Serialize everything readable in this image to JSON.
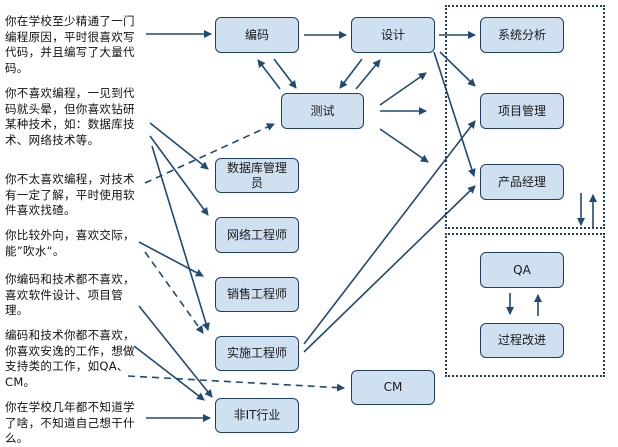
{
  "diagram": {
    "line_color": "#1f4a73",
    "box_fill": "#cfe0f1",
    "box_border": "#1f3f63",
    "descriptions": [
      {
        "id": "d1",
        "text": "你在学校至少精通了一门编程原因，平时很喜欢写代码，并且编写了大量代码。"
      },
      {
        "id": "d2",
        "text": "你不喜欢编程，一见到代码就头晕，但你喜欢钻研某种技术，如：数据库技术、网络技术等。"
      },
      {
        "id": "d3",
        "text": "你不太喜欢编程，对技术有一定了解，平时使用软件喜欢找碴。"
      },
      {
        "id": "d4",
        "text": "你比较外向，喜欢交际，能”吹水“。"
      },
      {
        "id": "d5",
        "text": "你编码和技术都不喜欢，喜欢软件设计、项目管理。"
      },
      {
        "id": "d6",
        "text": "编码和技术你都不喜欢，你喜欢安逸的工作，想做支持类的工作，如QA、CM。"
      },
      {
        "id": "d7",
        "text": "你在学校几年都不知道学了啥，不知道自己想干什么。"
      }
    ],
    "nodes": {
      "coding": "编码",
      "design": "设计",
      "testing": "测试",
      "dba": "数据库管理员",
      "network": "网络工程师",
      "sales": "销售工程师",
      "impl": "实施工程师",
      "non_it": "非IT行业",
      "cm": "CM",
      "sys_analysis": "系统分析",
      "pm": "项目管理",
      "product": "产品经理",
      "qa": "QA",
      "process": "过程改进"
    },
    "edges": [
      {
        "from": "d1",
        "to": "coding",
        "style": "solid"
      },
      {
        "from": "coding",
        "to": "design",
        "style": "solid"
      },
      {
        "from": "coding",
        "to": "testing",
        "style": "solid"
      },
      {
        "from": "testing",
        "to": "coding",
        "style": "solid"
      },
      {
        "from": "design",
        "to": "testing",
        "style": "solid"
      },
      {
        "from": "testing",
        "to": "design",
        "style": "solid"
      },
      {
        "from": "design",
        "to": "sys_analysis",
        "style": "solid"
      },
      {
        "from": "design",
        "to": "pm",
        "style": "solid"
      },
      {
        "from": "design",
        "to": "product",
        "style": "solid"
      },
      {
        "from": "testing",
        "to": "sys_analysis",
        "style": "solid"
      },
      {
        "from": "testing",
        "to": "pm",
        "style": "solid"
      },
      {
        "from": "testing",
        "to": "product",
        "style": "solid"
      },
      {
        "from": "d2",
        "to": "dba",
        "style": "solid"
      },
      {
        "from": "d2",
        "to": "network",
        "style": "solid"
      },
      {
        "from": "d2",
        "to": "impl",
        "style": "solid"
      },
      {
        "from": "d3",
        "to": "testing",
        "style": "dashed"
      },
      {
        "from": "d4",
        "to": "sales",
        "style": "solid"
      },
      {
        "from": "d4",
        "to": "impl",
        "style": "dashed"
      },
      {
        "from": "d5",
        "to": "non_it",
        "style": "solid"
      },
      {
        "from": "d6",
        "to": "non_it",
        "style": "solid"
      },
      {
        "from": "d6",
        "to": "cm",
        "style": "dashed"
      },
      {
        "from": "d7",
        "to": "non_it",
        "style": "solid"
      },
      {
        "from": "impl",
        "to": "pm",
        "style": "solid"
      },
      {
        "from": "impl",
        "to": "product",
        "style": "solid"
      },
      {
        "from": "product",
        "to": "qa",
        "style": "solid"
      },
      {
        "from": "qa",
        "to": "product",
        "style": "solid"
      },
      {
        "from": "qa",
        "to": "process",
        "style": "solid"
      },
      {
        "from": "process",
        "to": "qa",
        "style": "solid"
      }
    ]
  }
}
